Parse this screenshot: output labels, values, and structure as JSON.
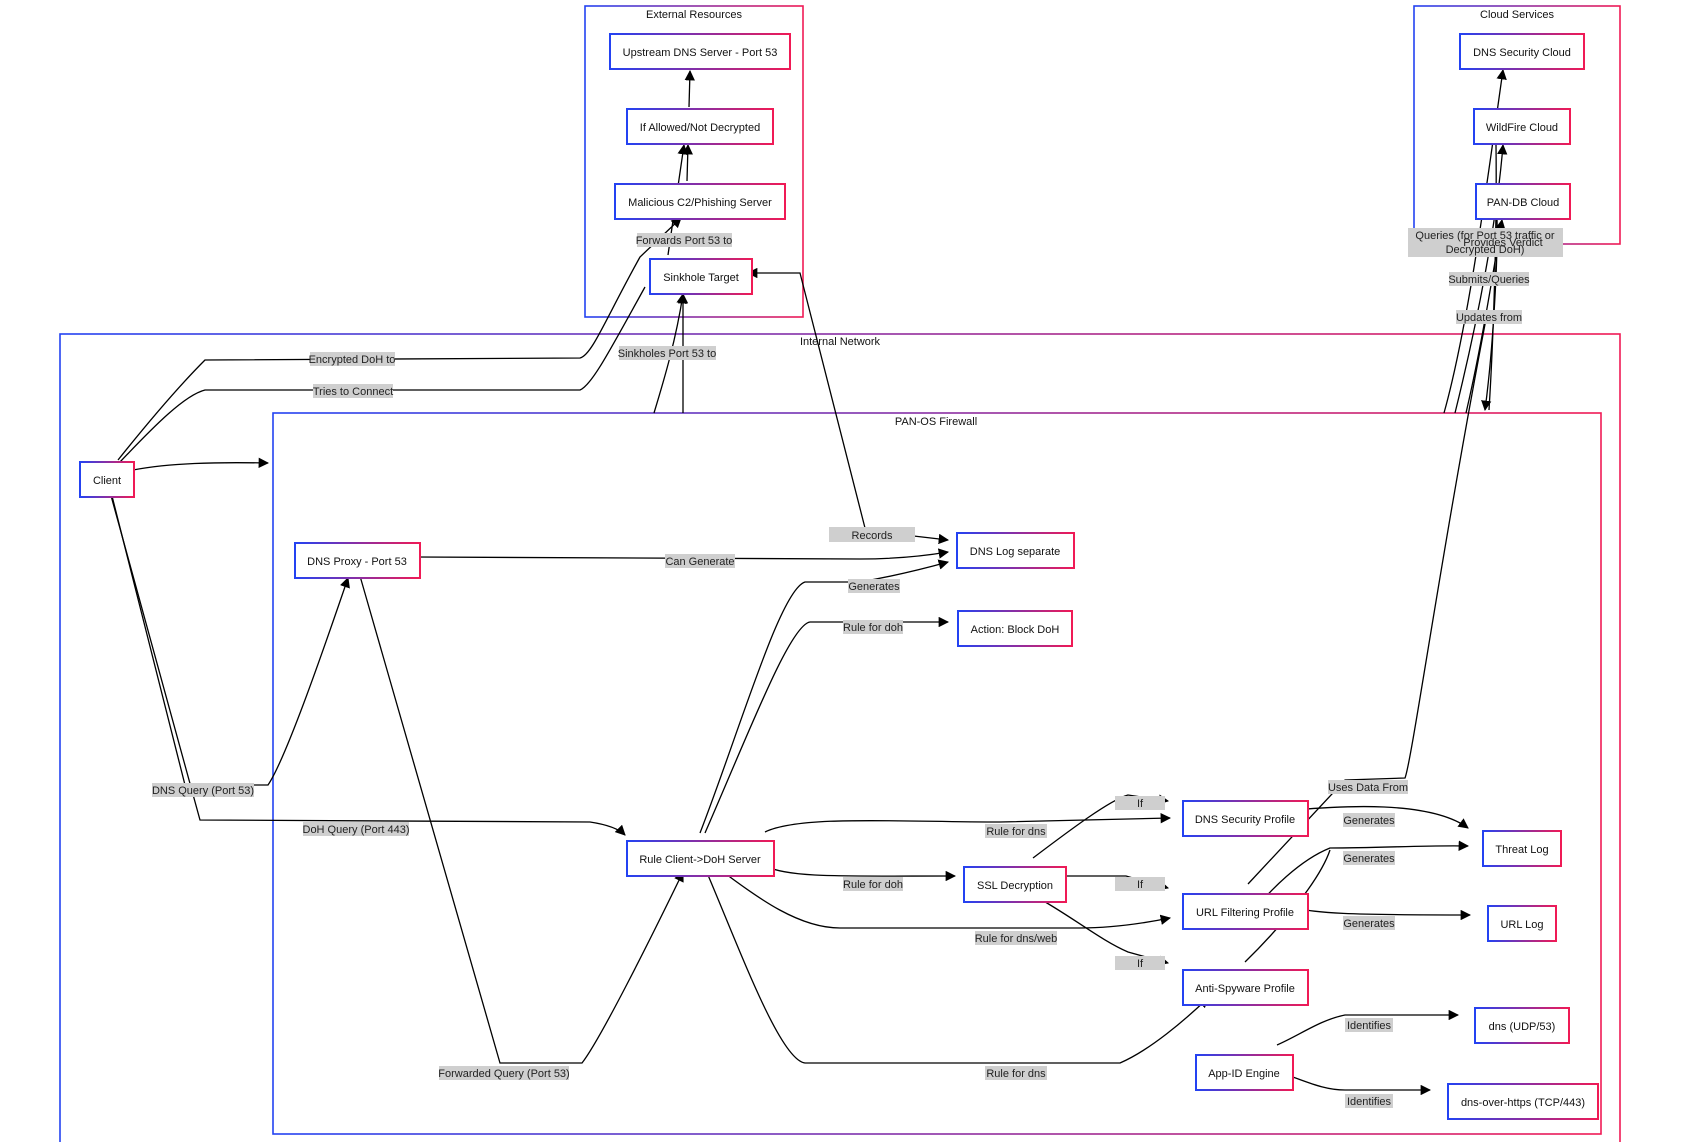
{
  "colors": {
    "gradient_start": "#2342f2",
    "gradient_end": "#f01a55",
    "edge": "#000000",
    "label_bg": "#cfcfcf"
  },
  "clusters": {
    "external": "External Resources",
    "cloud": "Cloud Services",
    "internal": "Internal Network",
    "firewall": "PAN-OS Firewall"
  },
  "nodes": {
    "upstream": "Upstream DNS Server - Port 53",
    "allowed": "If Allowed/Not Decrypted",
    "malicious": "Malicious C2/Phishing Server",
    "sinkhole": "Sinkhole Target",
    "dns_cloud": "DNS Security Cloud",
    "wildfire": "WildFire Cloud",
    "pandb": "PAN-DB Cloud",
    "client": "Client",
    "dns_proxy": "DNS Proxy - Port 53",
    "dns_log": "DNS Log separate",
    "block_doh": "Action: Block DoH",
    "rule_client": "Rule Client->DoH Server",
    "ssl": "SSL Decryption",
    "dns_sec_prof": "DNS Security Profile",
    "url_prof": "URL Filtering Profile",
    "antispy": "Anti-Spyware Profile",
    "appid": "App-ID Engine",
    "threat_log": "Threat Log",
    "url_log": "URL Log",
    "dns_udp": "dns (UDP/53)",
    "doh_tcp": "dns-over-https (TCP/443)"
  },
  "edges": {
    "forwards": "Forwards Port 53 to",
    "sinkholes": "Sinkholes Port 53 to",
    "encrypted": "Encrypted DoH to",
    "tries": "Tries to Connect",
    "queries_l1": "Queries (for Port 53 traffic or",
    "queries_l2": "Decrypted DoH)",
    "verdict": "Provides Verdict",
    "submits": "Submits/Queries",
    "updates": "Updates from",
    "records": "Records",
    "can_generate": "Can Generate",
    "generates_log": "Generates",
    "rule_doh_block": "Rule for doh",
    "dns_query": "DNS Query (Port 53)",
    "doh_query": "DoH Query (Port 443)",
    "rule_dns_top": "Rule for dns",
    "rule_doh_ssl": "Rule for doh",
    "rule_dnsweb": "Rule for dns/web",
    "rule_dns_bottom": "Rule for dns",
    "forwarded": "Forwarded Query (Port 53)",
    "if1": "If",
    "if2": "If",
    "if3": "If",
    "uses_data": "Uses Data From",
    "gen_threat1": "Generates",
    "gen_threat2": "Generates",
    "gen_url": "Generates",
    "identifies1": "Identifies",
    "identifies2": "Identifies"
  }
}
